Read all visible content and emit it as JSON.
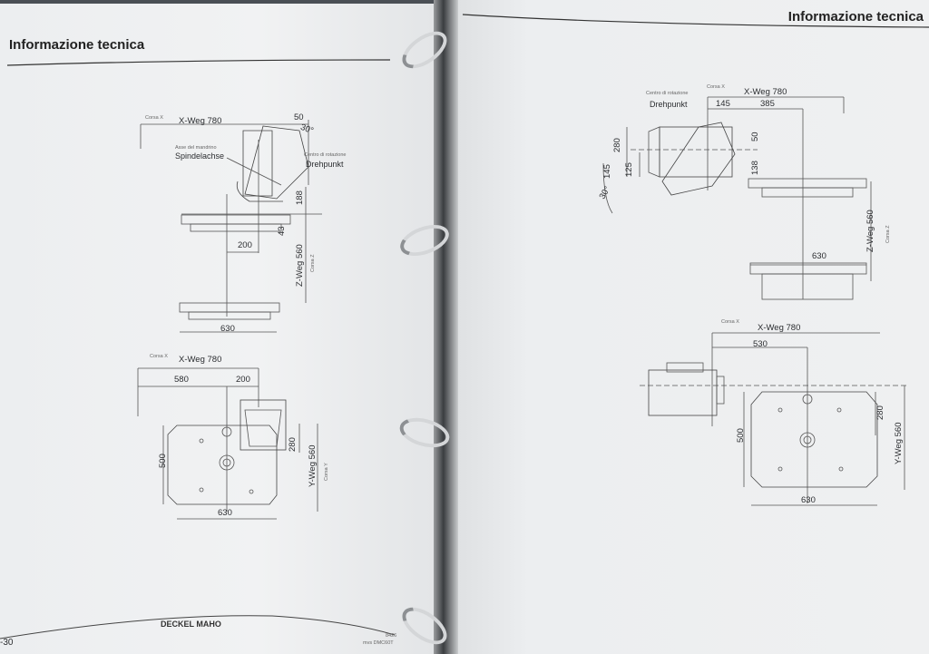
{
  "left_page": {
    "title": "Informazione tecnica",
    "side_view": {
      "corsa_x": "Corsa X",
      "x_weg": "X-Weg 780",
      "dim_50": "50",
      "angle": "30°",
      "asse_label": "Asse del mandrino",
      "spindel_label": "Spindelachse",
      "centro_label": "Centro di rotazione",
      "drehpunkt_label": "Drehpunkt",
      "dim_188": "188",
      "dim_43": "43",
      "dim_200": "200",
      "z_weg": "Z-Weg 560",
      "corsa_z": "Corsa Z",
      "dim_630": "630"
    },
    "top_view": {
      "corsa_x": "Corsa X",
      "x_weg": "X-Weg 780",
      "dim_580": "580",
      "dim_200": "200",
      "dim_500": "500",
      "dim_280": "280",
      "y_weg": "Y-Weg 560",
      "corsa_y": "Corsa Y",
      "dim_630": "630"
    },
    "footer": {
      "brand": "DECKEL MAHO",
      "page_number": "-30",
      "code": "8426",
      "model": "mvs DMC60T"
    }
  },
  "right_page": {
    "title": "Informazione tecnica",
    "side_view": {
      "centro_label": "Centro di rotazione",
      "drehpunkt_label": "Drehpunkt",
      "corsa_x": "Corsa X",
      "x_weg": "X-Weg 780",
      "dim_145_top": "145",
      "dim_385": "385",
      "dim_280": "280",
      "dim_145": "145",
      "dim_125": "125",
      "angle": "30°",
      "dim_50": "50",
      "dim_138": "138",
      "z_weg": "Z-Weg 560",
      "corsa_z": "Corsa Z",
      "dim_630": "630"
    },
    "top_view": {
      "corsa_x": "Corsa X",
      "x_weg": "X-Weg 780",
      "dim_530": "530",
      "dim_500": "500",
      "dim_280": "280",
      "y_weg": "Y-Weg 560",
      "dim_630": "630"
    }
  }
}
